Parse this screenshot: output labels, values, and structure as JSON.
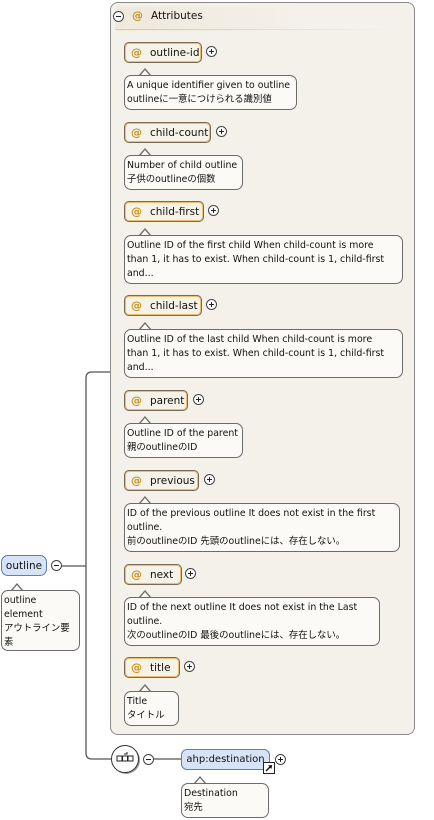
{
  "attributes_group": {
    "title": "Attributes"
  },
  "attributes": [
    {
      "name": "outline-id",
      "desc": [
        "A unique identifier given to outline",
        "outlineに一意につけられる識別値"
      ]
    },
    {
      "name": "child-count",
      "desc": [
        "Number of child outline",
        "子供のoutlineの個数"
      ]
    },
    {
      "name": "child-first",
      "desc": [
        "Outline ID of the first child When child-count is more",
        "than 1, it has to exist. When child-count is 1, child-first",
        "and..."
      ]
    },
    {
      "name": "child-last",
      "desc": [
        "Outline ID of the last child When child-count is more",
        "than 1, it has to exist. When child-count is 1, child-first",
        "and..."
      ]
    },
    {
      "name": "parent",
      "desc": [
        "Outline ID of the parent",
        "親のoutlineのID"
      ]
    },
    {
      "name": "previous",
      "desc": [
        "ID of the previous outline It does not exist in the first",
        "outline.",
        "前のoutlineのID 先頭のoutlineには、存在しない。"
      ]
    },
    {
      "name": "next",
      "desc": [
        "ID of the next outline It does not exist in the Last",
        "outline.",
        "次のoutlineのID 最後のoutlineには、存在しない。"
      ]
    },
    {
      "name": "title",
      "desc": [
        "Title",
        "タイトル"
      ]
    }
  ],
  "element": {
    "name": "outline",
    "desc": [
      "outline",
      "element",
      "アウトライン要",
      "素"
    ]
  },
  "child_element": {
    "name": "ahp:destination",
    "desc": [
      "Destination",
      "宛先"
    ]
  },
  "icons": [
    "minus-icon",
    "plus-icon",
    "at-icon",
    "sequence-icon",
    "reference-arrow-icon"
  ],
  "colors": {
    "element_fill": "#d7e3f6",
    "element_border": "#5d7fb5",
    "attribute_panel": "#f4f1eb",
    "attribute_glyph": "#c8901a"
  }
}
